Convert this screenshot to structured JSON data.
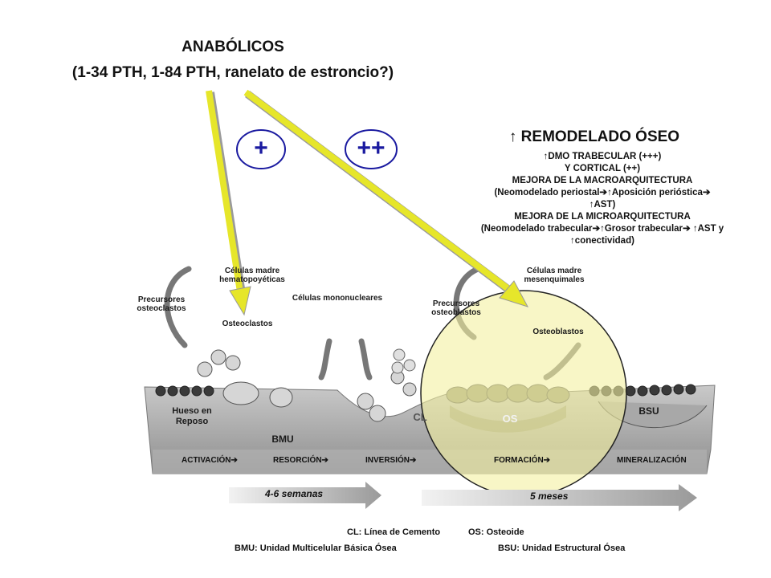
{
  "title": {
    "line1": "ANABÓLICOS",
    "line2": "(1-34 PTH, 1-84 PTH, ranelato de estroncio?)"
  },
  "effects": {
    "plus_one": "+",
    "plus_two": "++"
  },
  "remodeling": {
    "title": "↑ REMODELADO ÓSEO",
    "lines": [
      "↑DMO TRABECULAR (+++)",
      "Y CORTICAL (++)",
      "MEJORA DE LA MACROARQUITECTURA",
      "(Neomodelado periostal➔↑Aposición perióstica➔",
      "↑AST)",
      "MEJORA DE LA MICROARQUITECTURA",
      "(Neomodelado trabecular➔↑Grosor trabecular➔ ↑AST y",
      "↑conectividad)"
    ]
  },
  "labels": {
    "celulas_madre_hema": "Células madre hematopoyéticas",
    "precursores_osteoclastos": "Precursores osteoclastos",
    "osteoclastos": "Osteoclastos",
    "celulas_mononucleares": "Células mononucleares",
    "celulas_madre_mes": "Células madre mesenquimales",
    "precursores_osteoblastos": "Precursores osteoblastos",
    "osteoblastos": "Osteoblastos",
    "hueso_reposo": "Hueso en Reposo",
    "bmu": "BMU",
    "bsu": "BSU",
    "cl": "CL",
    "os": "OS"
  },
  "phases": [
    "ACTIVACIÓN➔",
    "RESORCIÓN➔",
    "INVERSIÓN➔",
    "FORMACIÓN➔",
    "MINERALIZACIÓN"
  ],
  "durations": {
    "left": "4-6 semanas",
    "right": "5 meses"
  },
  "legend": {
    "cl": "CL: Línea de Cemento",
    "os": "OS: Osteoide",
    "bmu": "BMU: Unidad Multicelular Básica Ósea",
    "bsu": "BSU: Unidad Estructural Ósea"
  },
  "colors": {
    "arrow_yellow": "#e6e62a",
    "circle_blue": "#1a1aa0",
    "highlight": "#f4f0a0"
  }
}
